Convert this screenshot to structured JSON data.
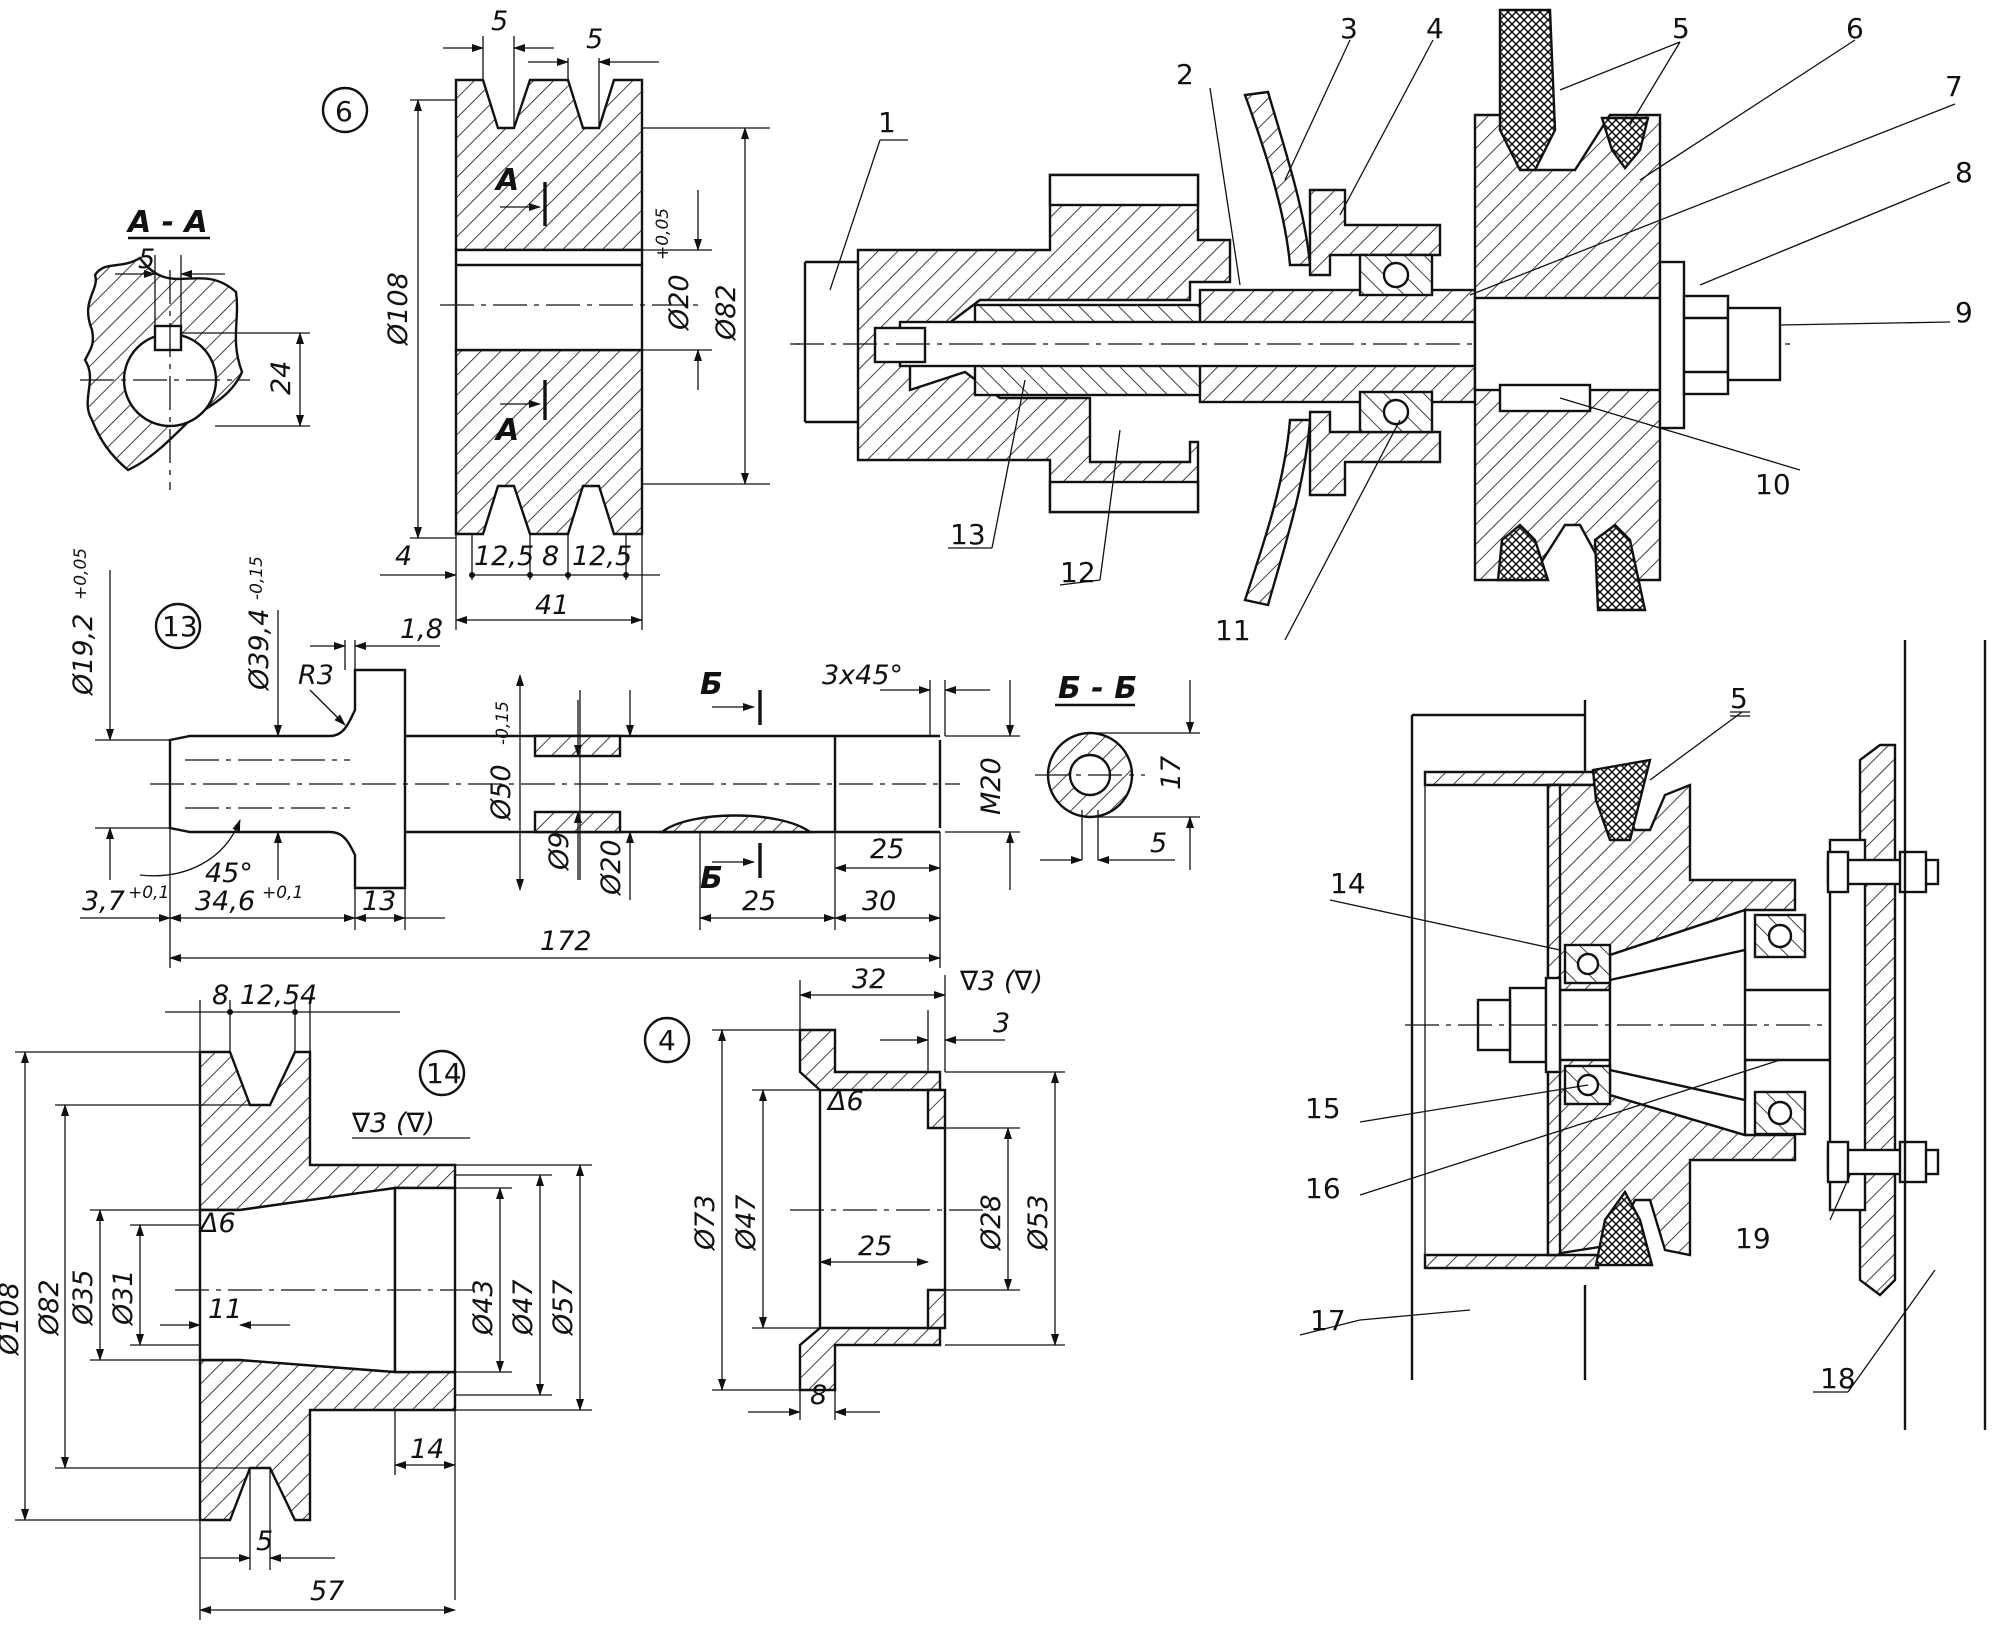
{
  "callouts": [
    "1",
    "2",
    "3",
    "4",
    "5",
    "6",
    "7",
    "8",
    "9",
    "10",
    "11",
    "12",
    "13",
    "14",
    "15",
    "16",
    "17",
    "18",
    "19"
  ],
  "callout_5_double": "5",
  "detail_ids": {
    "d6": "6",
    "d13": "13",
    "d14": "14",
    "d4": "4"
  },
  "sections": {
    "aa": "A - A",
    "bb": "Б - Б",
    "a": "A",
    "b": "Б"
  },
  "d6": {
    "w1": "5",
    "w2": "5",
    "dia108": "Ø108",
    "dia20": "Ø20",
    "dia20_tol": "+0,05",
    "dia82": "Ø82",
    "b4": "4",
    "b125a": "12,5",
    "b8": "8",
    "b125b": "12,5",
    "b41": "41"
  },
  "aa": {
    "w5": "5",
    "h24": "24"
  },
  "d13": {
    "dia192": "Ø19,2",
    "dia192_tol": "+0,05",
    "dia394": "Ø39,4",
    "dia394_tol": "-0,15",
    "w18": "1,8",
    "r3": "R3",
    "chamfer": "3x45°",
    "dia50": "Ø50",
    "dia50_tol": "-0,15",
    "m20": "M20",
    "dia9": "Ø9",
    "dia20": "Ø20",
    "ang45": "45°",
    "l37": "3,7",
    "l37_tol": "+0,1",
    "l346": "34,6",
    "l346_tol": "+0,1",
    "l13": "13",
    "l25a": "25",
    "l25b": "25",
    "l30": "30",
    "l172": "172"
  },
  "bb": {
    "h17": "17",
    "w5": "5"
  },
  "d14": {
    "w8": "8",
    "w125": "12,5",
    "w4": "4",
    "rough": "∇3 (∇)",
    "tri6": "Δ6",
    "dia108": "Ø108",
    "dia82": "Ø82",
    "dia35": "Ø35",
    "dia31": "Ø31",
    "l11": "11",
    "dia43": "Ø43",
    "dia47": "Ø47",
    "dia57": "Ø57",
    "l14": "14",
    "w5": "5",
    "l57": "57"
  },
  "d4": {
    "l32": "32",
    "rough": "∇3 (∇)",
    "l3": "3",
    "tri6": "Δ6",
    "dia73": "Ø73",
    "dia47": "Ø47",
    "dia28": "Ø28",
    "dia53": "Ø53",
    "l25": "25",
    "l8": "8"
  }
}
